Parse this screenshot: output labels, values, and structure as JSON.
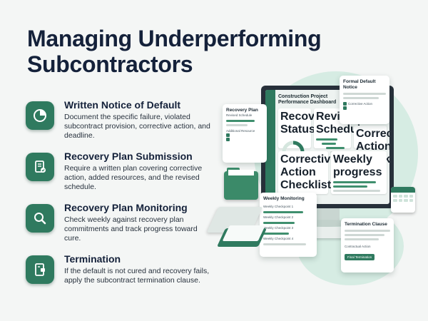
{
  "title": "Managing Underperforming Subcontractors",
  "steps": [
    {
      "icon": "pie-chart-icon",
      "title": "Written Notice of Default",
      "description": "Document the specific failure, violated subcontract provision, corrective action, and deadline."
    },
    {
      "icon": "document-check-icon",
      "title": "Recovery Plan Submission",
      "description": "Require a written plan covering corrective action, added resources, and the revised schedule."
    },
    {
      "icon": "magnifier-icon",
      "title": "Recovery Plan Monitoring",
      "description": "Check weekly against recovery plan commitments and track progress toward cure."
    },
    {
      "icon": "termination-document-icon",
      "title": "Termination",
      "description": "If the default is not cured and recovery fails, apply the subcontract termination clause."
    }
  ],
  "illustration": {
    "dashboard_title": "Construction Project Performance Dashboard",
    "recovery_status": "Recovery Status",
    "revised_schedule": "Revised Schedule",
    "corrective_action_checklist": "Corrective Action Checklist",
    "weekly_progress": "Weekly progress",
    "recovery_plan_card": {
      "title": "Recovery Plan",
      "revised_schedule": "Revised Schedule",
      "additional_resources": "Additional Resource"
    },
    "default_notice_card": {
      "title": "Formal Default Notice",
      "item": "Corrective Action"
    },
    "weekly_monitoring_card": {
      "title": "Weekly Monitoring",
      "rows": [
        "Weekly Checkpoint 1",
        "Weekly Checkpoint 2",
        "Weekly Checkpoint 3",
        "Weekly Checkpoint 4"
      ]
    },
    "termination_card": {
      "title": "Termination Clause",
      "line": "Contractual Action",
      "button": "Final Termination"
    }
  }
}
